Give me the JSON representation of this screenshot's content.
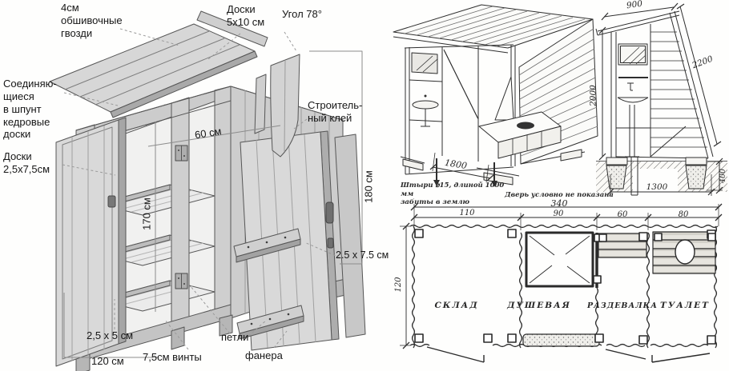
{
  "meta": {
    "description": "Чертёж хозблока: сборка деревянной кабины, общий вид, разрез и план",
    "language": "ru"
  },
  "exploded_view": {
    "labels": {
      "nails": "4см\nобшивочные\nгвозди",
      "boards_5x10": "Доски\n5х10 см",
      "angle": "Угол 78°",
      "tongue_groove_boards": "Соединяю-\nщиеся\nв шпунт\nкедровые\nдоски",
      "boards_2_5x7_5": "Доски\n2,5х7,5см",
      "construction_glue": "Строитель-\nный клей",
      "screws": "7,5см винты",
      "hinges": "петли",
      "plywood": "фанера"
    },
    "dimensions": {
      "top_width": "60 см",
      "inner_height": "170 см",
      "door_height": "180 см",
      "batten_size": "2.5 х 7.5 см",
      "rail_size": "2,5 х 5 см",
      "base_width": "120 см"
    }
  },
  "perspective_view": {
    "dimensions": {
      "base_width": "1800"
    },
    "notes": {
      "stakes": "Штыри ⌀15, длиной 1000 мм\nзабиты в землю",
      "door": "Дверь условно не показана"
    }
  },
  "section_view": {
    "dimensions": {
      "top_width": "900",
      "slope_length": "2200",
      "wall_height": "2000",
      "base_width": "1300",
      "footing_depth": "400"
    }
  },
  "floor_plan": {
    "dimensions": {
      "total_width": "340",
      "storage_width": "110",
      "shower_width": "90",
      "dressing_width": "60",
      "toilet_width": "80",
      "depth": "120"
    },
    "rooms": [
      "СКЛАД",
      "ДУШЕВАЯ",
      "РАЗДЕВАЛКА",
      "ТУАЛЕТ"
    ]
  },
  "colors": {
    "ink": "#2b2b2b",
    "leader_gray": "#949494",
    "wood_light": "#dcdcdc",
    "wood_mid": "#c6c6c6",
    "wood_dark": "#aaaaaa",
    "background": "#fefefd"
  }
}
